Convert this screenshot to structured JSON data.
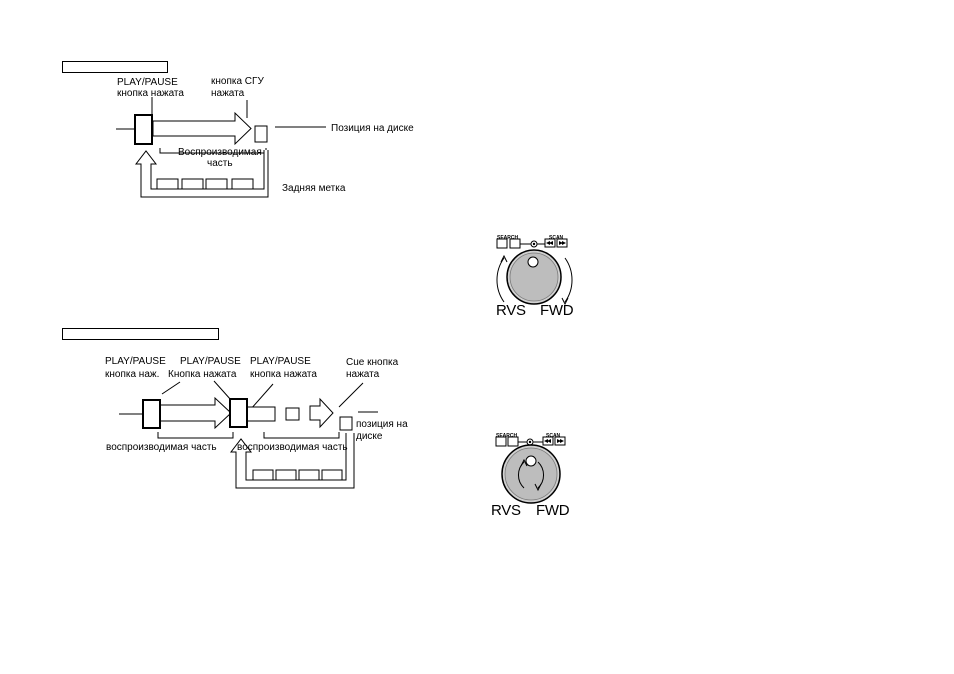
{
  "diagram1": {
    "play_pause_label": "PLAY/PAUSE",
    "play_pause_sub": "кнопка нажата",
    "cue_label": "кнопка  СГУ",
    "cue_sub": "нажата",
    "position_label": "Позиция на диске",
    "playback_part_line1": "Воспроизводимая",
    "playback_part_line2": "часть",
    "back_mark_label": "Задняя метка"
  },
  "diagram2": {
    "pp1_label": "PLAY/PAUSE",
    "pp1_sub": "кнопка наж.",
    "pp2_label": "PLAY/PAUSE",
    "pp2_sub": "Кнопка нажата",
    "pp3_label": "PLAY/PAUSE",
    "pp3_sub": "кнопка нажата",
    "cue_label": "Cue кнопка",
    "cue_sub": "нажата",
    "position_line1": "позиция  на",
    "position_line2": "диске",
    "part_left": "воспроизводимая часть",
    "part_right": "воспроизводимая часть"
  },
  "jog1": {
    "search_label": "SEARCH",
    "minus": "−",
    "plus": "+",
    "scan_label": "SCAN",
    "rvs_label": "RVS",
    "fwd_label": "FWD"
  },
  "jog2": {
    "search_label": "SEARCH",
    "minus": "−",
    "plus": "+",
    "scan_label": "SCAN",
    "rvs_label": "RVS",
    "fwd_label": "FWD"
  }
}
